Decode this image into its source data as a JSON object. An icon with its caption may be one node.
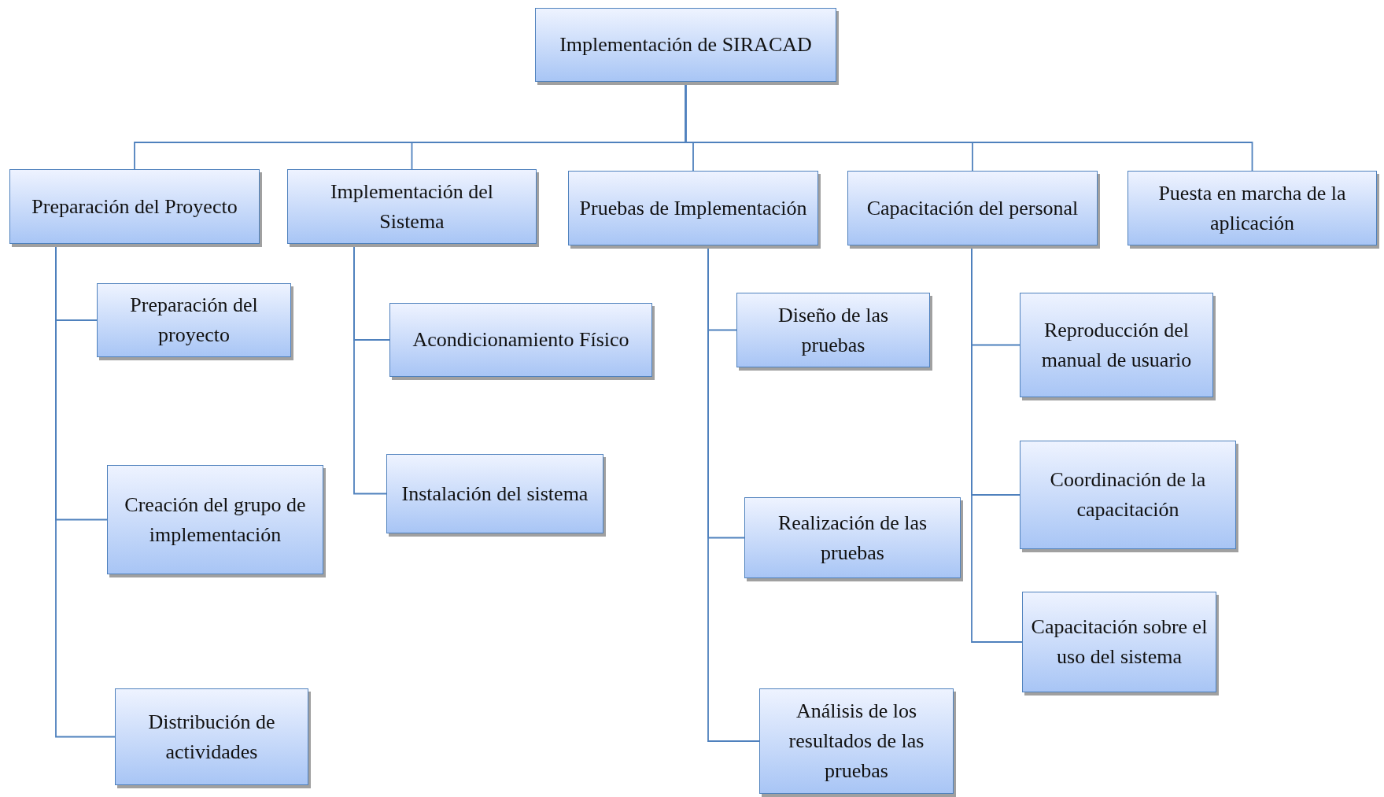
{
  "diagram": {
    "nodes": [
      {
        "text": [
          "Implementación de SIRACAD"
        ]
      },
      {
        "text": [
          "Preparación del Proyecto"
        ]
      },
      {
        "text": [
          "Implementación del Sistema"
        ]
      },
      {
        "text": [
          "Pruebas de Implementación"
        ]
      },
      {
        "text": [
          "Capacitación del personal"
        ]
      },
      {
        "text": [
          "Puesta en marcha de la aplicación"
        ]
      },
      {
        "text": [
          "Preparación del proyecto"
        ]
      },
      {
        "text": [
          "Creación del grupo de implementación"
        ]
      },
      {
        "text": [
          "Distribución de actividades"
        ]
      },
      {
        "text": [
          "Acondicionamiento Físico"
        ]
      },
      {
        "text": [
          "Instalación del sistema"
        ]
      },
      {
        "text": [
          "Diseño de las pruebas"
        ]
      },
      {
        "text": [
          "Realización de las pruebas"
        ]
      },
      {
        "text": [
          "Análisis de los resultados de las pruebas"
        ]
      },
      {
        "text": [
          "Reproducción del manual de usuario"
        ]
      },
      {
        "text": [
          "Coordinación de la capacitación"
        ]
      },
      {
        "text": [
          "Capacitación sobre el uso del sistema"
        ]
      }
    ],
    "edges": [
      {
        "from": 0,
        "to": 1,
        "arrow": "none"
      },
      {
        "from": 0,
        "to": 2,
        "arrow": "none"
      },
      {
        "from": 0,
        "to": 3,
        "arrow": "none"
      },
      {
        "from": 0,
        "to": 4,
        "arrow": "none"
      },
      {
        "from": 0,
        "to": 5,
        "arrow": "none"
      },
      {
        "from": 1,
        "to": 6,
        "arrow": "none"
      },
      {
        "from": 1,
        "to": 7,
        "arrow": "none"
      },
      {
        "from": 1,
        "to": 8,
        "arrow": "none"
      },
      {
        "from": 2,
        "to": 9,
        "arrow": "none"
      },
      {
        "from": 2,
        "to": 10,
        "arrow": "none"
      },
      {
        "from": 3,
        "to": 11,
        "arrow": "none"
      },
      {
        "from": 3,
        "to": 12,
        "arrow": "none"
      },
      {
        "from": 3,
        "to": 13,
        "arrow": "none"
      },
      {
        "from": 4,
        "to": 14,
        "arrow": "none"
      },
      {
        "from": 4,
        "to": 15,
        "arrow": "none"
      },
      {
        "from": 4,
        "to": 16,
        "arrow": "none"
      }
    ]
  }
}
